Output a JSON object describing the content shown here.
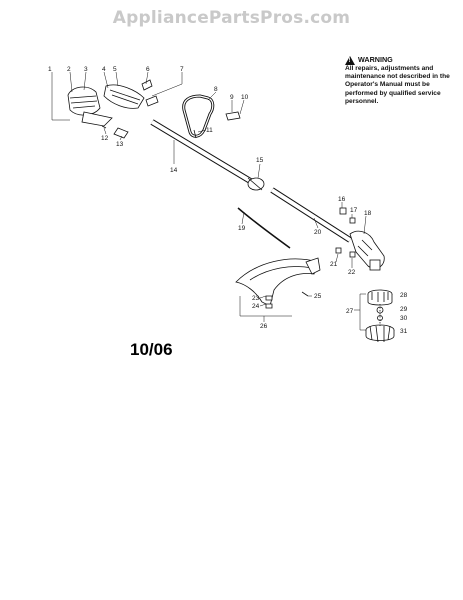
{
  "watermark": "AppliancePartsPros.com",
  "warning": {
    "title": "WARNING",
    "body": "All repairs, adjustments and maintenance not described in the Operator's Manual must be performed by qualified service personnel."
  },
  "date_code": "10/06",
  "callouts": [
    "1",
    "2",
    "3",
    "4",
    "5",
    "6",
    "7",
    "8",
    "9",
    "10",
    "11",
    "12",
    "13",
    "14",
    "15",
    "16",
    "17",
    "18",
    "19",
    "20",
    "21",
    "22",
    "23",
    "24",
    "25",
    "26",
    "27",
    "28",
    "29",
    "30",
    "31"
  ],
  "icons": [
    "warning-triangle-icon"
  ]
}
